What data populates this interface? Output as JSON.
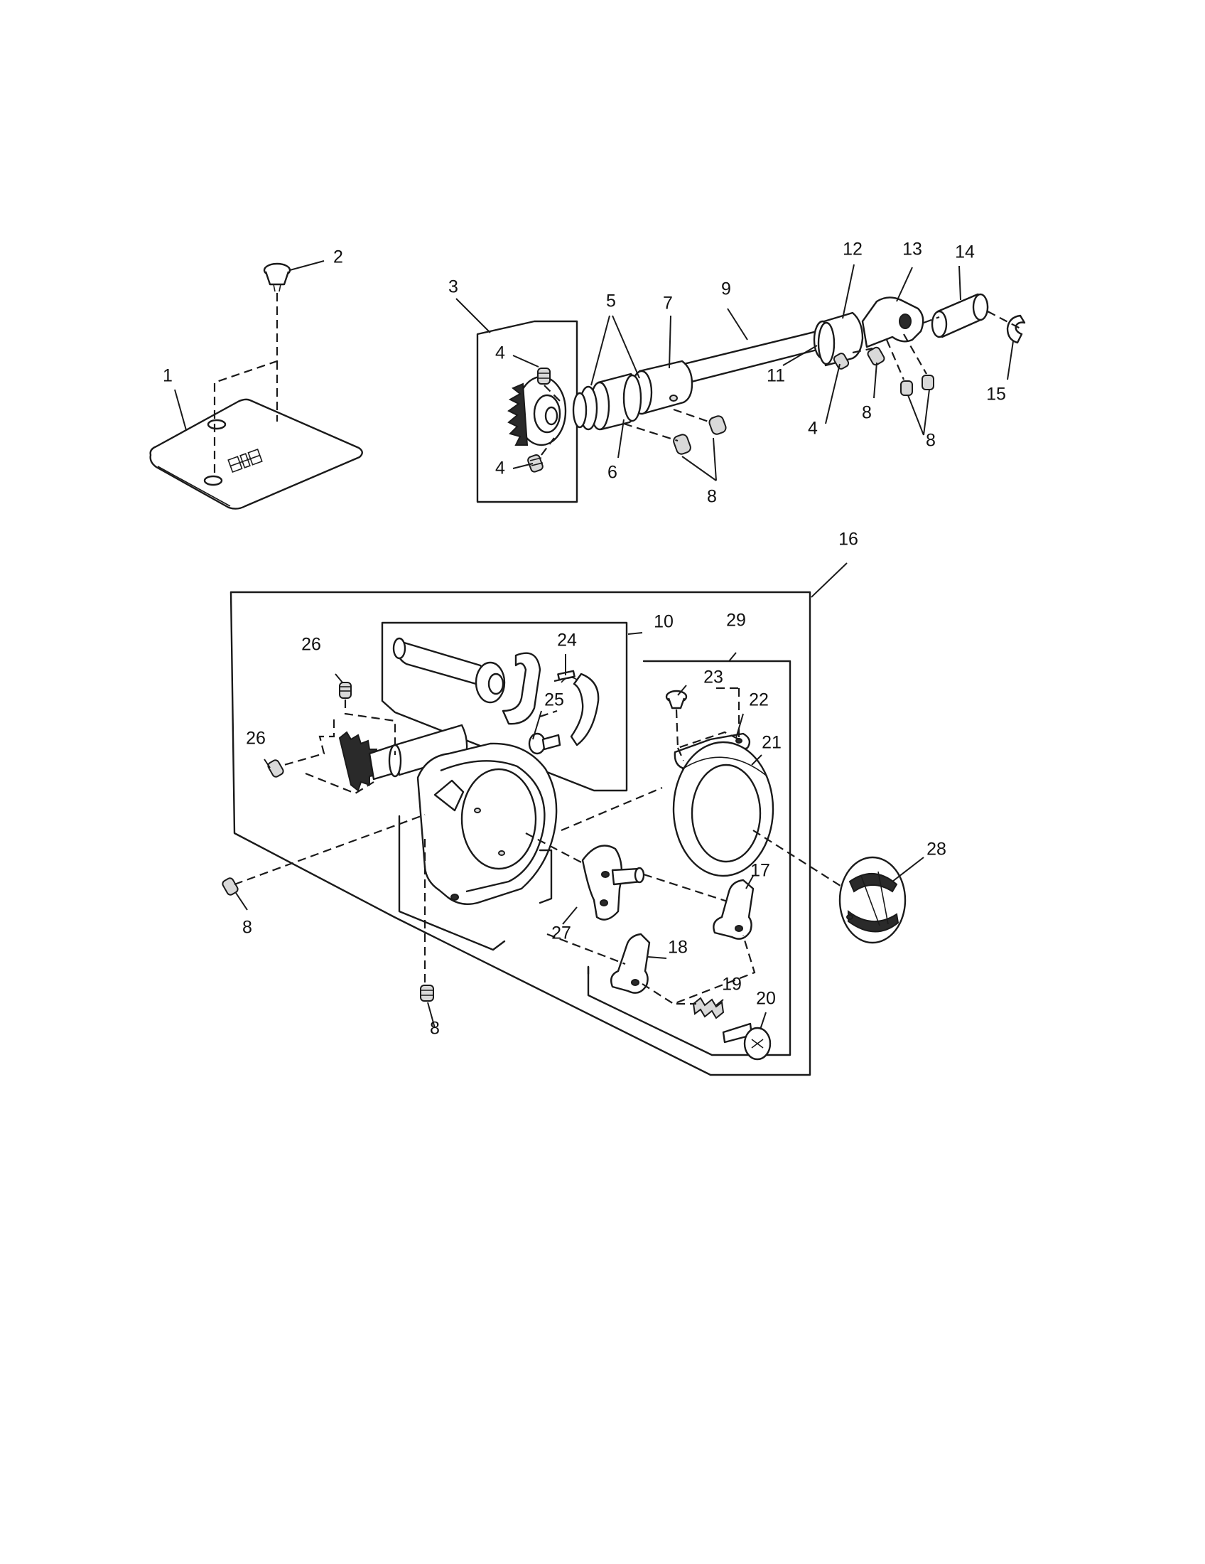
{
  "callouts": [
    {
      "key": "c1",
      "text": "1"
    },
    {
      "key": "c2",
      "text": "2"
    },
    {
      "key": "c3",
      "text": "3"
    },
    {
      "key": "c4a",
      "text": "4"
    },
    {
      "key": "c4b",
      "text": "4"
    },
    {
      "key": "c4c",
      "text": "4"
    },
    {
      "key": "c5",
      "text": "5"
    },
    {
      "key": "c6",
      "text": "6"
    },
    {
      "key": "c7",
      "text": "7"
    },
    {
      "key": "c8a",
      "text": "8"
    },
    {
      "key": "c8b",
      "text": "8"
    },
    {
      "key": "c8c",
      "text": "8"
    },
    {
      "key": "c8d",
      "text": "8"
    },
    {
      "key": "c8e",
      "text": "8"
    },
    {
      "key": "c9",
      "text": "9"
    },
    {
      "key": "c10",
      "text": "10"
    },
    {
      "key": "c11",
      "text": "11"
    },
    {
      "key": "c12",
      "text": "12"
    },
    {
      "key": "c13",
      "text": "13"
    },
    {
      "key": "c14",
      "text": "14"
    },
    {
      "key": "c15",
      "text": "15"
    },
    {
      "key": "c16",
      "text": "16"
    },
    {
      "key": "c17",
      "text": "17"
    },
    {
      "key": "c18",
      "text": "18"
    },
    {
      "key": "c19",
      "text": "19"
    },
    {
      "key": "c20",
      "text": "20"
    },
    {
      "key": "c21",
      "text": "21"
    },
    {
      "key": "c22",
      "text": "22"
    },
    {
      "key": "c23",
      "text": "23"
    },
    {
      "key": "c24",
      "text": "24"
    },
    {
      "key": "c25",
      "text": "25"
    },
    {
      "key": "c26a",
      "text": "26"
    },
    {
      "key": "c26b",
      "text": "26"
    },
    {
      "key": "c27",
      "text": "27"
    },
    {
      "key": "c28",
      "text": "28"
    },
    {
      "key": "c29",
      "text": "29"
    }
  ]
}
